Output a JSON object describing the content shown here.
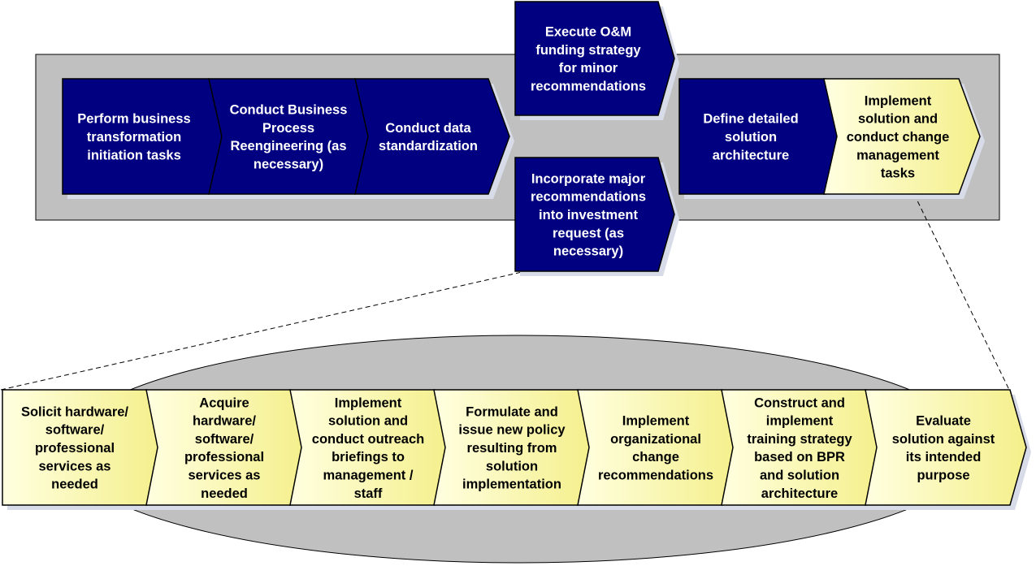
{
  "colors": {
    "dark_step": "#000080",
    "light_step_start": "#ffffe0",
    "light_step_end": "#f4ef8a",
    "band": "#c0c0c0",
    "shadow": "#d8dce8"
  },
  "top_process": {
    "steps": [
      {
        "name": "step-perform-business-transformation",
        "lines": [
          "Perform business",
          "transformation",
          "initiation tasks"
        ]
      },
      {
        "name": "step-conduct-bpr",
        "lines": [
          "Conduct Business",
          "Process",
          "Reengineering (as",
          "necessary)"
        ]
      },
      {
        "name": "step-conduct-data-standardization",
        "lines": [
          "Conduct data",
          "standardization"
        ]
      },
      {
        "name": "step-execute-om-funding",
        "lines": [
          "Execute O&M",
          "funding strategy",
          "for minor",
          "recommendations"
        ]
      },
      {
        "name": "step-incorporate-major-recommendations",
        "lines": [
          "Incorporate major",
          "recommendations",
          "into investment",
          "request (as",
          "necessary)"
        ]
      },
      {
        "name": "step-define-solution-architecture",
        "lines": [
          "Define detailed",
          "solution",
          "architecture"
        ]
      },
      {
        "name": "step-implement-solution-change-management",
        "lines": [
          "Implement",
          "solution and",
          "conduct change",
          "management",
          "tasks"
        ]
      }
    ]
  },
  "detail_process": {
    "steps": [
      {
        "name": "substep-solicit-hardware",
        "lines": [
          "Solicit hardware/",
          "software/",
          "professional",
          "services as",
          "needed"
        ]
      },
      {
        "name": "substep-acquire-hardware",
        "lines": [
          "Acquire",
          "hardware/",
          "software/",
          "professional",
          "services as",
          "needed"
        ]
      },
      {
        "name": "substep-implement-outreach",
        "lines": [
          "Implement",
          "solution and",
          "conduct outreach",
          "briefings to",
          "management /",
          "staff"
        ]
      },
      {
        "name": "substep-formulate-policy",
        "lines": [
          "Formulate and",
          "issue new policy",
          "resulting from",
          "solution",
          "implementation"
        ]
      },
      {
        "name": "substep-implement-org-change",
        "lines": [
          "Implement",
          "organizational",
          "change",
          "recommendations"
        ]
      },
      {
        "name": "substep-training-strategy",
        "lines": [
          "Construct and",
          "implement",
          "training strategy",
          "based on BPR",
          "and solution",
          "architecture"
        ]
      },
      {
        "name": "substep-evaluate-solution",
        "lines": [
          "Evaluate",
          "solution against",
          "its intended",
          "purpose"
        ]
      }
    ]
  }
}
